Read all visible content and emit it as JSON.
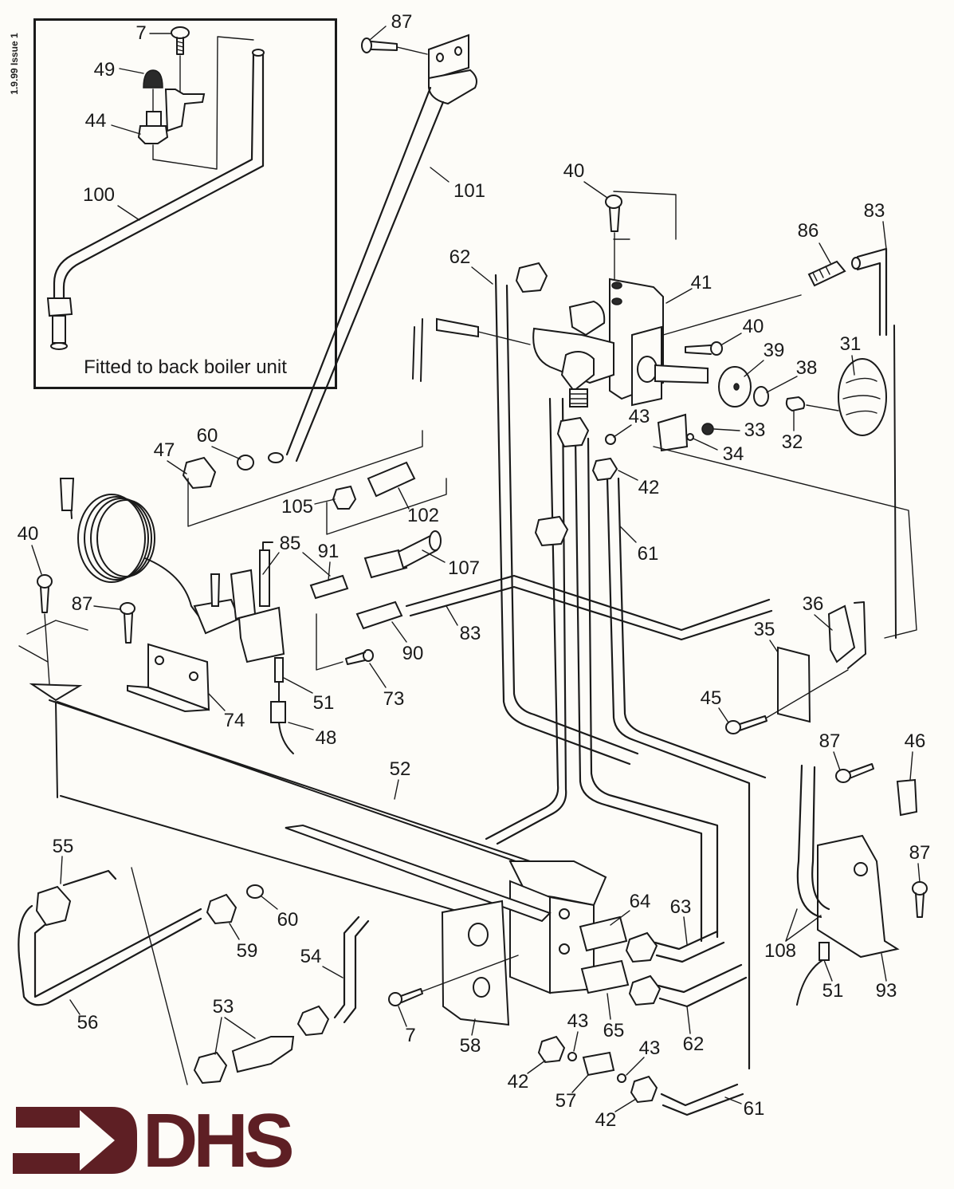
{
  "document": {
    "issue_label": "1.9.99 Issue 1",
    "brand": {
      "name": "DHS",
      "color": "#5e1f24",
      "icon": "arrow-right-logo-icon"
    },
    "inset": {
      "caption": "Fitted to back boiler unit"
    },
    "line_color": "#1a1a1a",
    "paper_color": "#fdfcf8"
  },
  "callouts": {
    "inset_7": "7",
    "inset_49": "49",
    "inset_44": "44",
    "inset_100": "100",
    "c87_top": "87",
    "c101": "101",
    "c40_top": "40",
    "c62_top": "62",
    "c41": "41",
    "c86": "86",
    "c83_right": "83",
    "c40_mid": "40",
    "c39": "39",
    "c38": "38",
    "c31": "31",
    "c43_top": "43",
    "c33": "33",
    "c34": "34",
    "c32": "32",
    "c42_top": "42",
    "c61_mid": "61",
    "c47": "47",
    "c60_top": "60",
    "c105": "105",
    "c102": "102",
    "c85": "85",
    "c91": "91",
    "c107": "107",
    "c40_left": "40",
    "c87_left": "87",
    "c90": "90",
    "c83_mid": "83",
    "c73": "73",
    "c51_mid": "51",
    "c74": "74",
    "c48": "48",
    "c35": "35",
    "c36": "36",
    "c45": "45",
    "c87_right": "87",
    "c46": "46",
    "c87_lower": "87",
    "c52": "52",
    "c55": "55",
    "c60_low": "60",
    "c59": "59",
    "c54": "54",
    "c56": "56",
    "c53": "53",
    "c64": "64",
    "c63": "63",
    "c108": "108",
    "c51_low": "51",
    "c93": "93",
    "c7_low": "7",
    "c58": "58",
    "c65": "65",
    "c62_low": "62",
    "c43_low_a": "43",
    "c43_low_b": "43",
    "c42_low_a": "42",
    "c57": "57",
    "c42_low_b": "42",
    "c61_low": "61"
  }
}
